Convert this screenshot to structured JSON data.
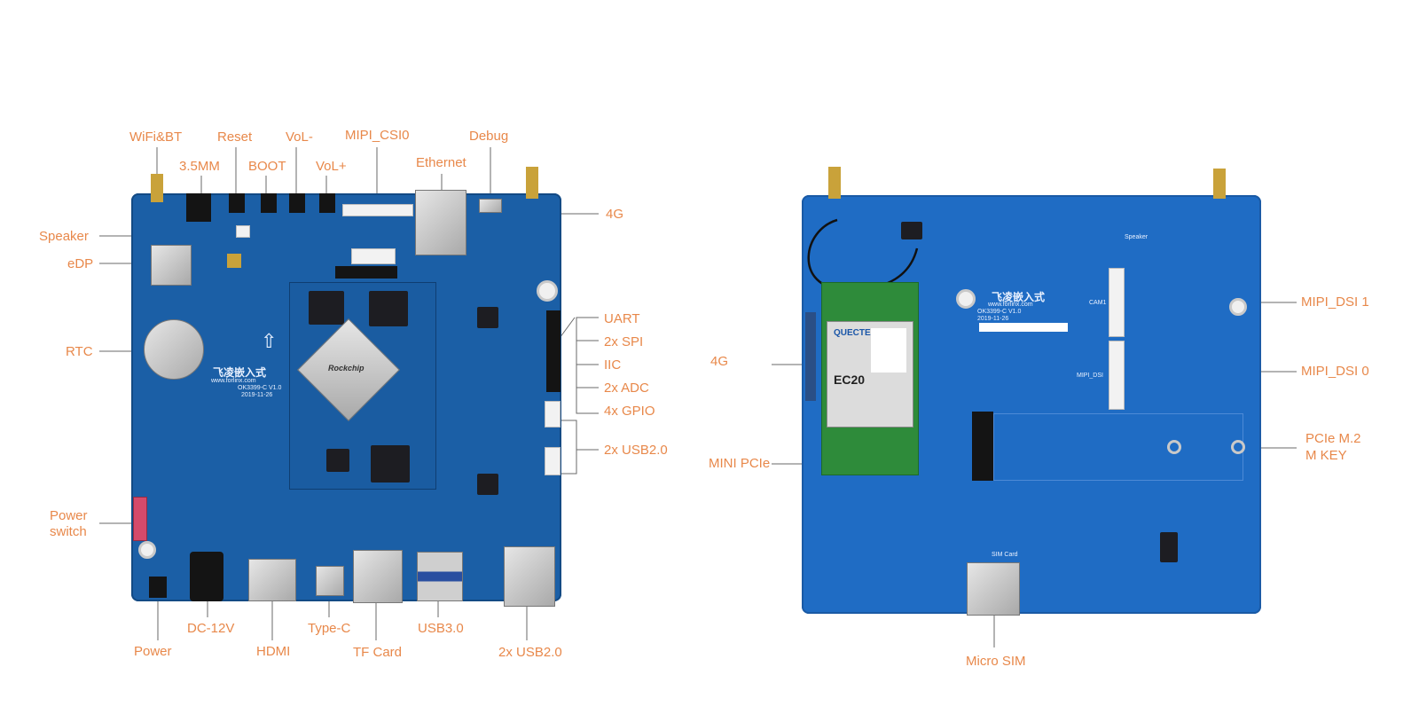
{
  "front_labels": {
    "wifi_bt": "WiFi&BT",
    "reset": "Reset",
    "vol_minus": "VoL-",
    "mipi_csi0": "MIPI_CSI0",
    "debug": "Debug",
    "mm35": "3.5MM",
    "boot": "BOOT",
    "vol_plus": "VoL+",
    "ethernet": "Ethernet",
    "g4": "4G",
    "speaker": "Speaker",
    "edp": "eDP",
    "rtc": "RTC",
    "uart": "UART",
    "spi": "2x SPI",
    "iic": "IIC",
    "adc": "2x ADC",
    "gpio": "4x GPIO",
    "usb20_right": "2x USB2.0",
    "power_switch_1": "Power",
    "power_switch_2": "switch",
    "power": "Power",
    "dc12v": "DC-12V",
    "hdmi": "HDMI",
    "typec": "Type-C",
    "tfcard": "TF Card",
    "usb30": "USB3.0",
    "usb20_bottom": "2x USB2.0"
  },
  "back_labels": {
    "g4": "4G",
    "mini_pcie": "MINI PCIe",
    "mipi_dsi1": "MIPI_DSI 1",
    "mipi_dsi0": "MIPI_DSI 0",
    "pcie_m2_1": "PCIe M.2",
    "pcie_m2_2": "M KEY",
    "micro_sim": "Micro SIM"
  },
  "board_print": {
    "front_model": "OK3399-C V1.0",
    "front_date": "2019-11-26",
    "front_site": "www.forlinx.com",
    "front_brand": "飞凌嵌入式",
    "back_model": "OK3399-C V1.0",
    "back_date": "2019-11-26",
    "back_site": "www.forlinx.com",
    "back_brand": "飞凌嵌入式",
    "soc": "Rockchip",
    "module": "EC20",
    "module_brand": "QUECTEL",
    "sim_print": "SIM Card",
    "cam1_print": "CAM1",
    "mipi_dsi_print": "MIPI_DSI",
    "speaker_print": "Speaker"
  },
  "colors": {
    "label": "#e8884a",
    "pcb_front": "#1b5fa6",
    "pcb_back": "#1f6cc4"
  }
}
